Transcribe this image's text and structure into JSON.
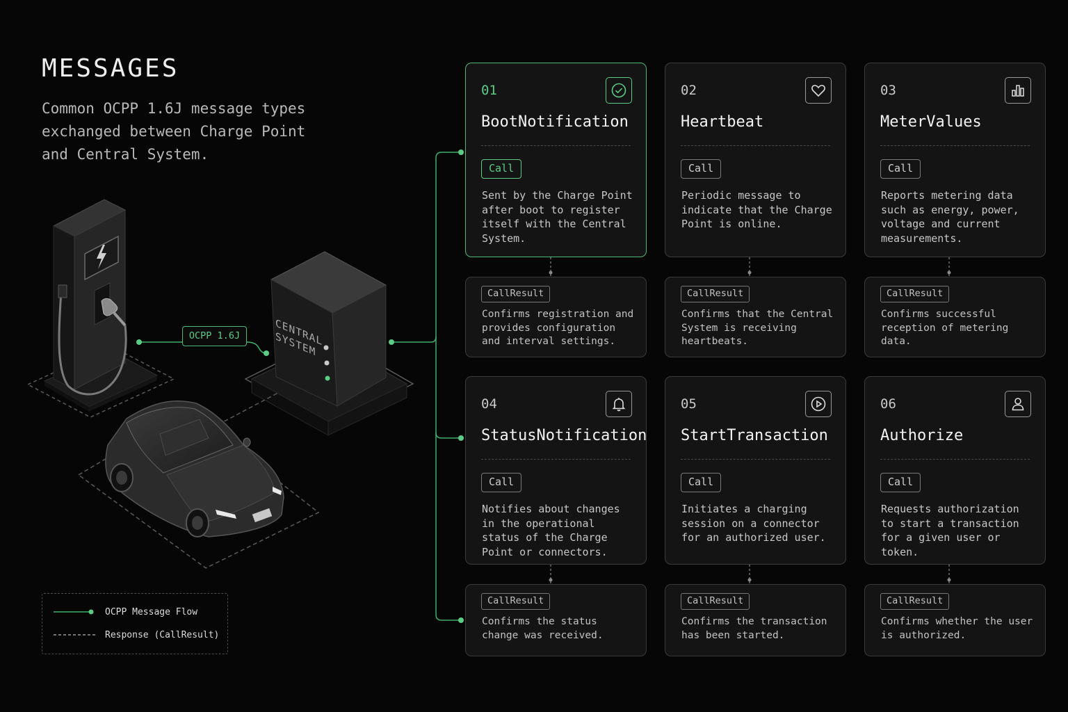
{
  "header": {
    "title": "MESSAGES",
    "subtitle": "Common OCPP 1.6J message types exchanged between Charge Point and Central System."
  },
  "illustration": {
    "protocol_label": "OCPP 1.6J",
    "central_system_label": "CENTRAL SYSTEM"
  },
  "messages": [
    {
      "num": "01",
      "name": "BootNotification",
      "type": "Call",
      "icon": "check-circle-icon",
      "active": true,
      "desc": "Sent by the Charge Point after boot to register itself with the Central System.",
      "result_type": "CallResult",
      "result_desc": "Confirms registration and provides configuration and interval settings."
    },
    {
      "num": "02",
      "name": "Heartbeat",
      "type": "Call",
      "icon": "heart-icon",
      "active": false,
      "desc": "Periodic message to indicate that the Charge Point is online.",
      "result_type": "CallResult",
      "result_desc": "Confirms that the Central System is receiving heartbeats."
    },
    {
      "num": "03",
      "name": "MeterValues",
      "type": "Call",
      "icon": "bar-chart-icon",
      "active": false,
      "desc": "Reports metering data such as energy, power, voltage and current measurements.",
      "result_type": "CallResult",
      "result_desc": "Confirms successful reception of metering data."
    },
    {
      "num": "04",
      "name": "StatusNotification",
      "type": "Call",
      "icon": "bell-icon",
      "active": false,
      "desc": "Notifies about changes in the operational status of the Charge Point or connectors.",
      "result_type": "CallResult",
      "result_desc": "Confirms the status change was received."
    },
    {
      "num": "05",
      "name": "StartTransaction",
      "type": "Call",
      "icon": "play-circle-icon",
      "active": false,
      "desc": "Initiates a charging session on a connector for an authorized user.",
      "result_type": "CallResult",
      "result_desc": "Confirms the transaction has been started."
    },
    {
      "num": "06",
      "name": "Authorize",
      "type": "Call",
      "icon": "user-icon",
      "active": false,
      "desc": "Requests authorization to start a transaction for a given user or token.",
      "result_type": "CallResult",
      "result_desc": "Confirms whether the user is authorized."
    }
  ],
  "legend": {
    "flow_label": "OCPP Message Flow",
    "response_label": "Response (CallResult)"
  },
  "colors": {
    "accent": "#4fb979",
    "background": "#060606",
    "card": "#141414"
  }
}
